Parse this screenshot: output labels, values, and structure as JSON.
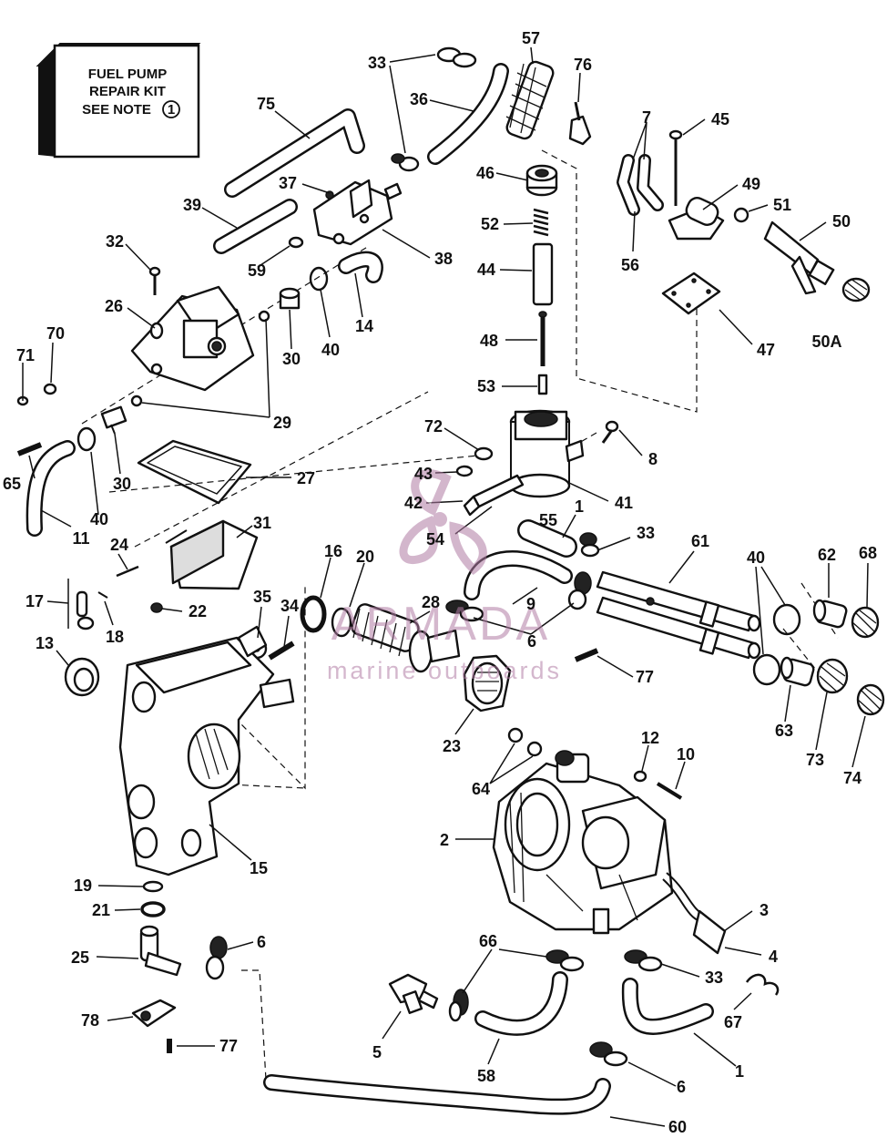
{
  "kit_box": {
    "line1": "FUEL PUMP",
    "line2": "REPAIR KIT",
    "line3": "SEE NOTE",
    "note_number": "1"
  },
  "watermark": {
    "brand": "ARMADA",
    "tagline": "marine outboards",
    "color": "#b07ba4"
  },
  "callouts": [
    "33",
    "57",
    "76",
    "36",
    "75",
    "7",
    "45",
    "46",
    "49",
    "51",
    "50",
    "37",
    "39",
    "52",
    "38",
    "32",
    "44",
    "56",
    "26",
    "59",
    "14",
    "47",
    "70",
    "71",
    "40",
    "30",
    "50A",
    "48",
    "53",
    "29",
    "72",
    "8",
    "27",
    "43",
    "65",
    "42",
    "41",
    "30",
    "40",
    "11",
    "54",
    "1",
    "55",
    "33",
    "31",
    "61",
    "24",
    "16",
    "20",
    "40",
    "62",
    "68",
    "17",
    "22",
    "35",
    "28",
    "9",
    "34",
    "18",
    "6",
    "13",
    "77",
    "63",
    "73",
    "74",
    "23",
    "12",
    "10",
    "64",
    "15",
    "2",
    "19",
    "21",
    "3",
    "6",
    "25",
    "4",
    "66",
    "33",
    "67",
    "78",
    "5",
    "1",
    "77",
    "58",
    "6",
    "60"
  ]
}
